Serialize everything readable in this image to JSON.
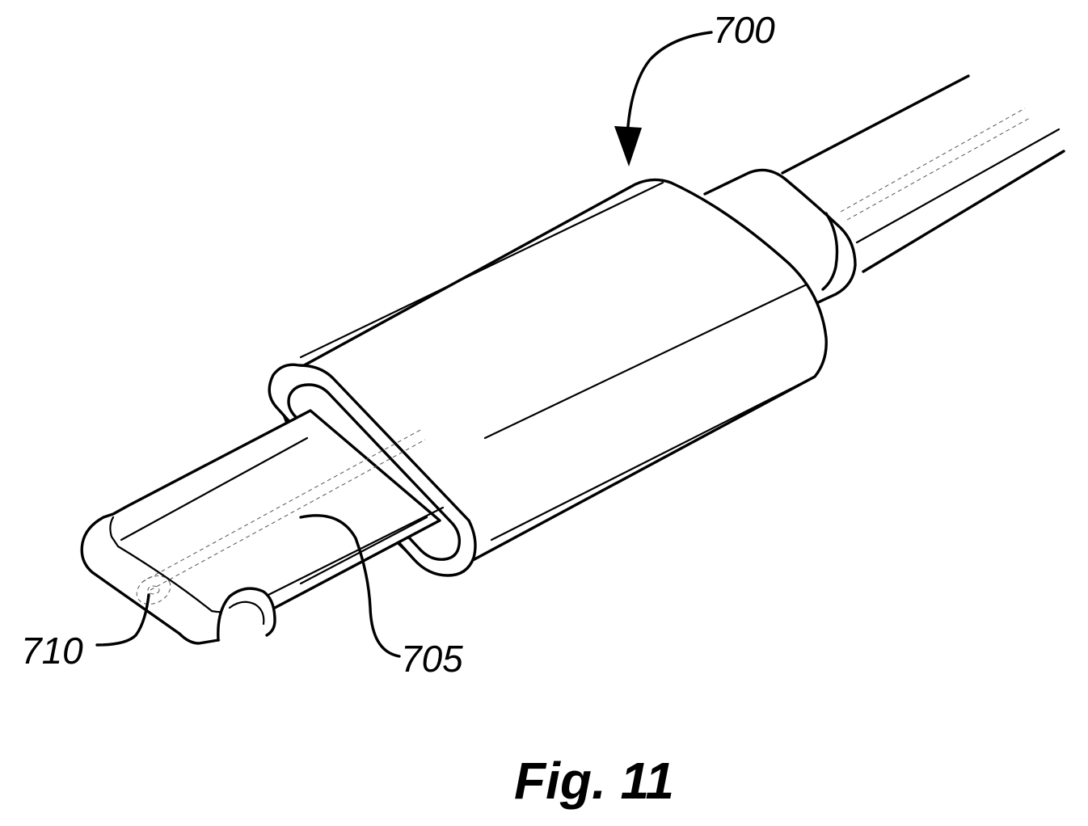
{
  "figure": {
    "caption": "Fig. 11"
  },
  "labels": {
    "assembly": "700",
    "tongue": "705",
    "contact": "710"
  },
  "colors": {
    "line": "#000000",
    "background": "#ffffff"
  }
}
